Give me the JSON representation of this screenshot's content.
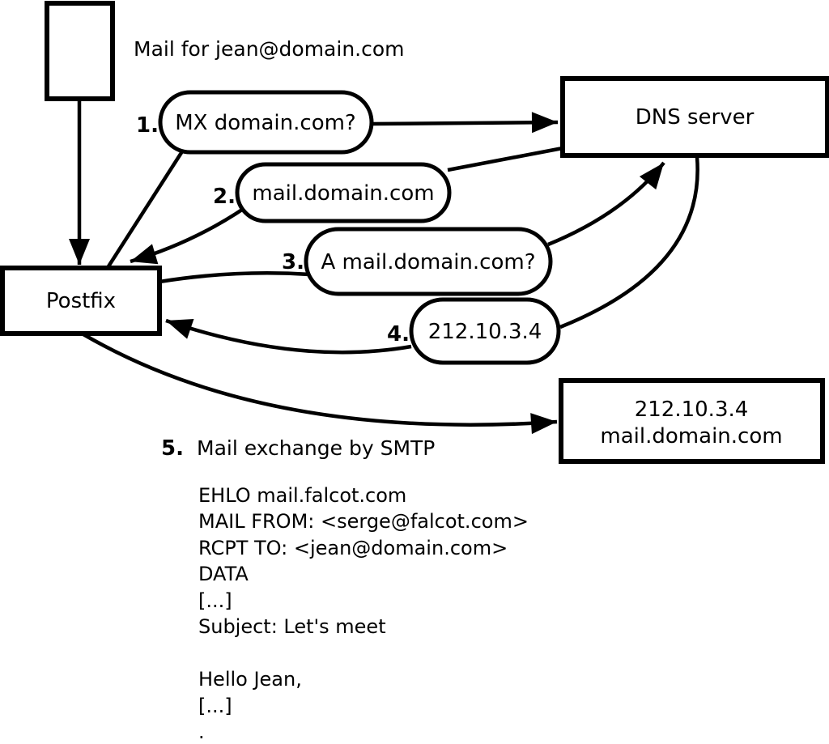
{
  "title": "Mail for jean@domain.com",
  "nodes": {
    "postfix": "Postfix",
    "dns_server": "DNS server",
    "mail_server_line1": "212.10.3.4",
    "mail_server_line2": "mail.domain.com"
  },
  "steps": [
    {
      "num": "1.",
      "label": "MX domain.com?"
    },
    {
      "num": "2.",
      "label": "mail.domain.com"
    },
    {
      "num": "3.",
      "label": "A mail.domain.com?"
    },
    {
      "num": "4.",
      "label": "212.10.3.4"
    },
    {
      "num": "5.",
      "label": "Mail exchange by SMTP"
    }
  ],
  "smtp_session": [
    "EHLO mail.falcot.com",
    "MAIL FROM: <serge@falcot.com>",
    "RCPT TO: <jean@domain.com>",
    "DATA",
    "[...]",
    "Subject: Let's meet",
    "",
    "Hello Jean,",
    "[...]",
    "."
  ],
  "colors": {
    "line": "#000000",
    "fill": "#ffffff",
    "background": "#ffffff"
  }
}
